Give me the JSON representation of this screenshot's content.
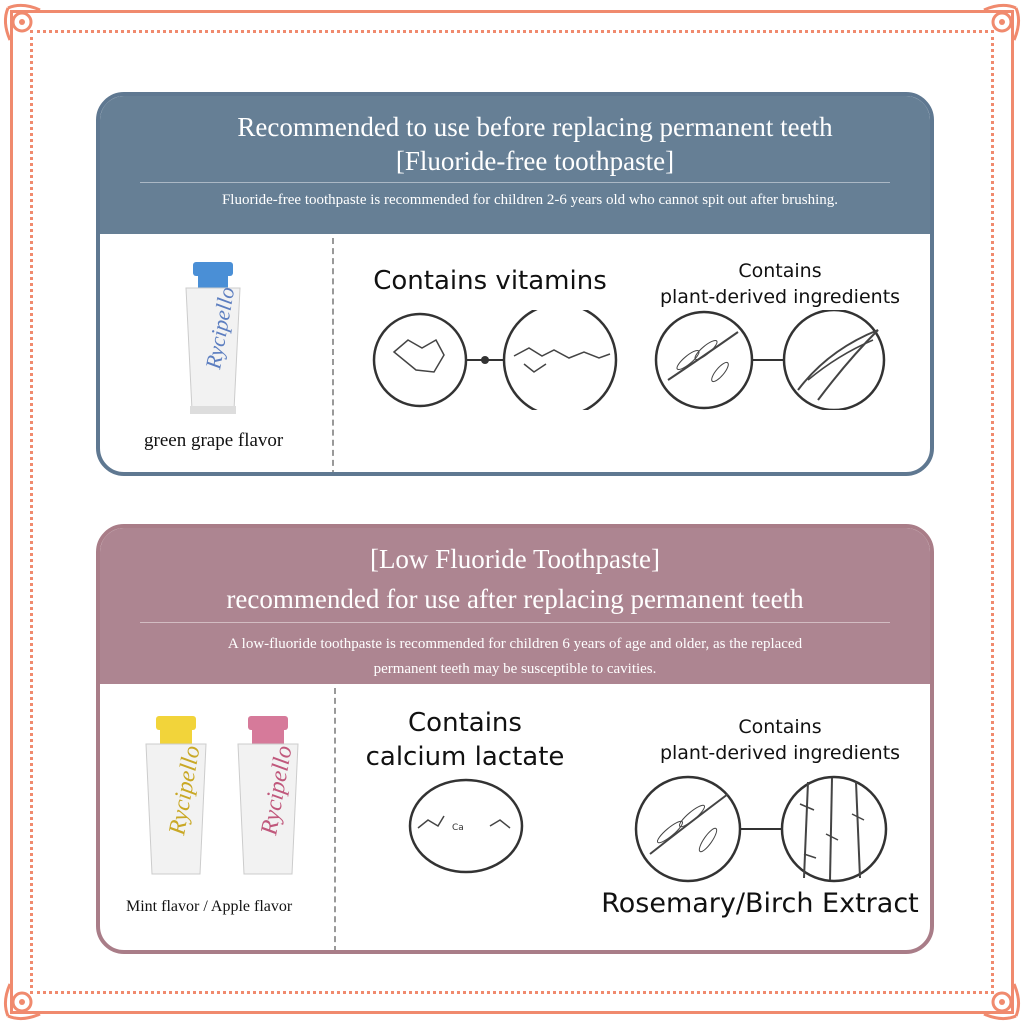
{
  "section1": {
    "title_line1": "Recommended to use before replacing permanent teeth",
    "title_line2": "[Fluoride-free toothpaste]",
    "description": "Fluoride-free toothpaste is recommended for children 2-6 years old who cannot spit out after brushing.",
    "product": {
      "brand": "Rycipello",
      "flavor": "green grape flavor",
      "cap_color": "#4a8fd6"
    },
    "ingredient1": {
      "label": "Contains vitamins"
    },
    "ingredient2": {
      "label_line1": "Contains",
      "label_line2": "plant-derived ingredients"
    }
  },
  "section2": {
    "title_line1": "[Low Fluoride Toothpaste]",
    "title_line2": "recommended for use after replacing permanent teeth",
    "description_line1": "A low-fluoride toothpaste is recommended for children 6 years of age and older, as the replaced",
    "description_line2": "permanent teeth may be susceptible to cavities.",
    "product": {
      "brand": "Rycipello",
      "flavor": "Mint flavor / Apple flavor",
      "cap_color_1": "#f2d43a",
      "cap_color_2": "#d67a9a"
    },
    "ingredient1": {
      "label_line1": "Contains",
      "label_line2": "calcium lactate",
      "molecule_text": "Ca"
    },
    "ingredient2": {
      "label_line1": "Contains",
      "label_line2": "plant-derived ingredients"
    },
    "extract_label": "Rosemary/Birch Extract"
  },
  "colors": {
    "frame": "#f08a6e",
    "header1": "#667f95",
    "header2": "#ad8591"
  }
}
